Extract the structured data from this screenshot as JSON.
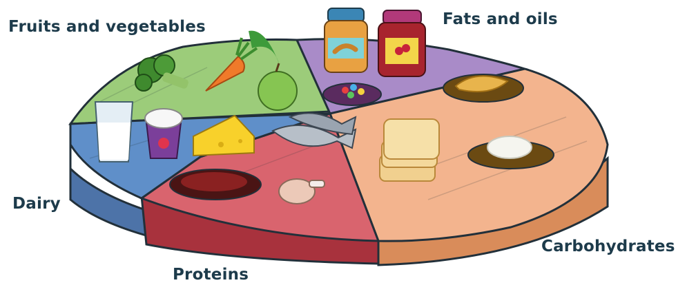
{
  "diagram": {
    "segments": [
      {
        "id": "fruits",
        "label": "Fruits and vegetables",
        "color": "#9ccc7a"
      },
      {
        "id": "fats",
        "label": "Fats and oils",
        "color": "#a98bc8"
      },
      {
        "id": "carbs",
        "label": "Carbohydrates",
        "color": "#f3b48e"
      },
      {
        "id": "proteins",
        "label": "Proteins",
        "color": "#d9646e"
      },
      {
        "id": "dairy",
        "label": "Dairy",
        "color": "#5f8fc9"
      }
    ],
    "outline_color": "#22303a"
  }
}
